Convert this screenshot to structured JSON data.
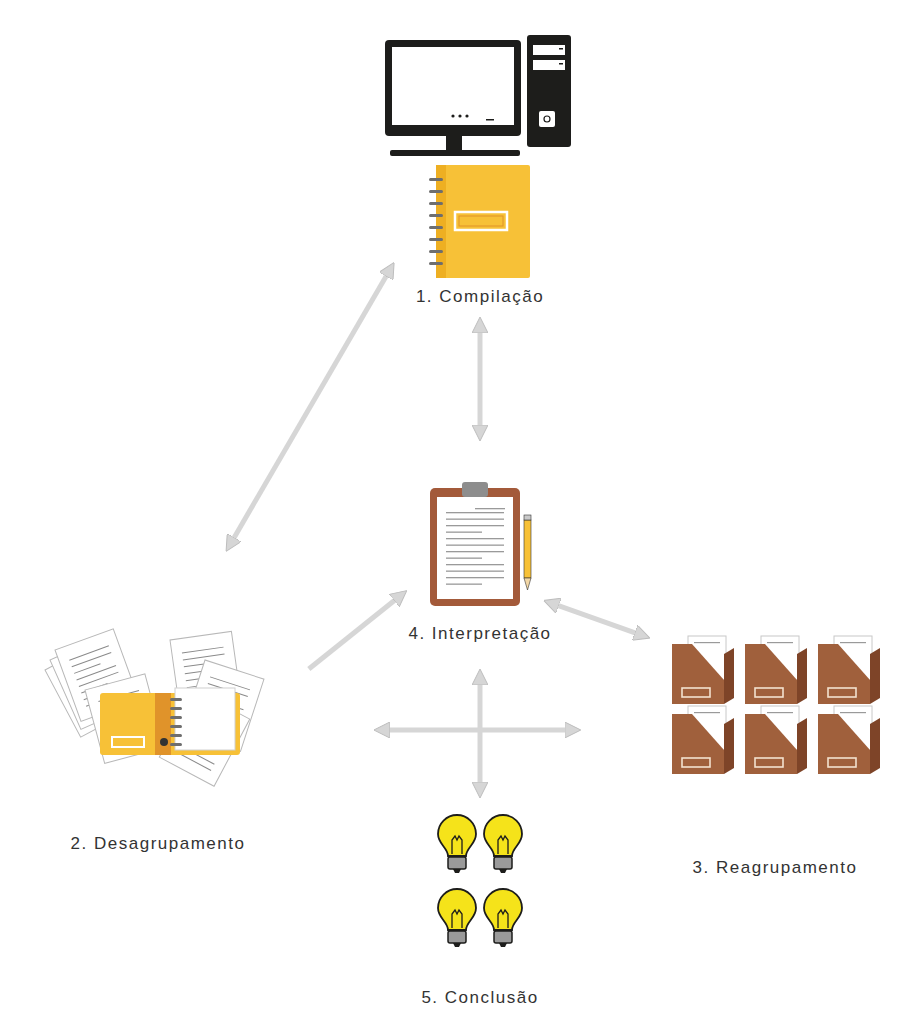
{
  "diagram": {
    "nodes": [
      {
        "text": [
          "1. Compilação"
        ]
      },
      {
        "text": [
          "2. Desagrupamento"
        ]
      },
      {
        "text": [
          "3. Reagrupamento"
        ]
      },
      {
        "text": [
          "4. Interpretação"
        ]
      },
      {
        "text": [
          "5. Conclusão"
        ]
      }
    ],
    "edges": [
      {
        "from": 0,
        "to": 1,
        "arrow": "both"
      },
      {
        "from": 0,
        "to": 3,
        "arrow": "both"
      },
      {
        "from": 1,
        "to": 3,
        "arrow": "to"
      },
      {
        "from": 3,
        "to": 2,
        "arrow": "both"
      },
      {
        "from": 1,
        "to": 2,
        "arrow": "both"
      },
      {
        "from": 3,
        "to": 4,
        "arrow": "both"
      }
    ]
  }
}
